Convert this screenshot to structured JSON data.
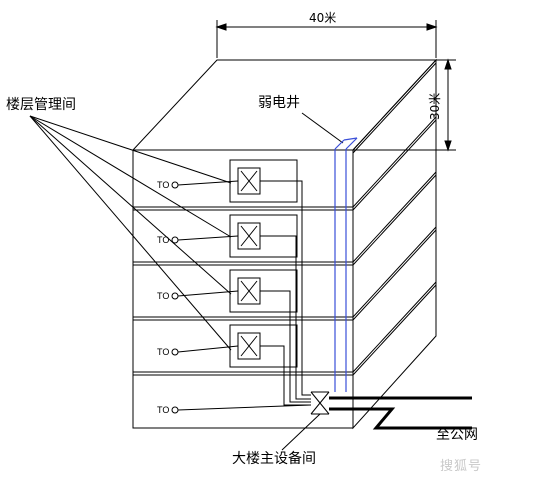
{
  "labels": {
    "width_dim": "40米",
    "height_dim": "30米",
    "floor_rooms": "楼层管理间",
    "shaft": "弱电井",
    "main_room": "大楼主设备间",
    "to_network": "至公网"
  },
  "outlets": [
    "TO",
    "TO",
    "TO",
    "TO",
    "TO"
  ],
  "watermark": "搜狐号",
  "colors": {
    "line": "#000000",
    "shaft": "#3a4fd8",
    "background": "#ffffff"
  }
}
